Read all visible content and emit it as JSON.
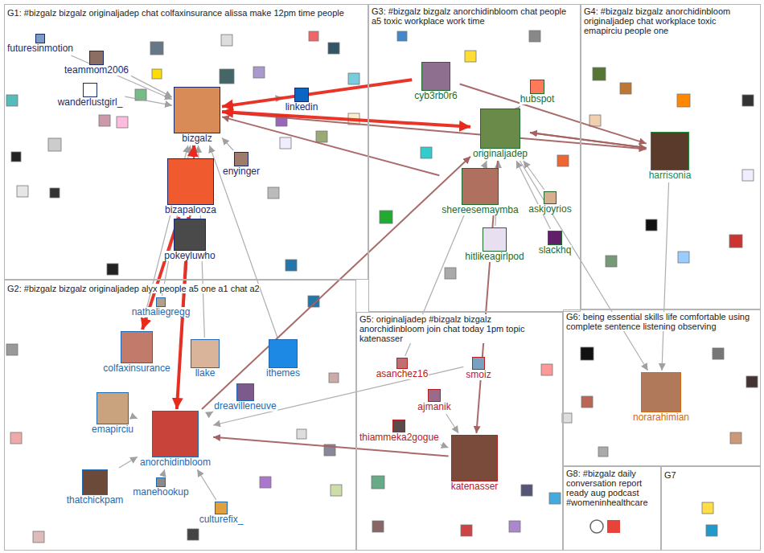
{
  "diagram": {
    "nodes": [
      {
        "text": [
          "G1: #bizgalz bizgalz originaljadep chat colfaxinsurance alissa make 12pm time people"
        ]
      },
      {
        "text": [
          "G2: #bizgalz bizgalz originaljadep alyx people a5 one a1 chat a2"
        ]
      },
      {
        "text": [
          "G3: #bizgalz bizgalz anorchidinbloom chat people a5 toxic workplace work time"
        ]
      },
      {
        "text": [
          "G4: #bizgalz bizgalz anorchidinbloom originaljadep chat workplace toxic emapirciu people one"
        ]
      },
      {
        "text": [
          "G5: originaljadep #bizgalz bizgalz anorchidinbloom join chat today 1pm topic katenasser"
        ]
      },
      {
        "text": [
          "G6: being essential skills life comfortable using complete sentence listening observing"
        ]
      },
      {
        "text": [
          "G8: #bizgalz daily conversation report ready aug podcast #womeninhealthcare"
        ]
      },
      {
        "text": [
          "G7"
        ]
      },
      {
        "text": [
          "futuresinmotion"
        ],
        "in": 0
      },
      {
        "text": [
          "teammom2006"
        ],
        "in": 0
      },
      {
        "text": [
          "wanderlustgirl_"
        ],
        "in": 0
      },
      {
        "text": [
          "bizgalz"
        ],
        "in": 0
      },
      {
        "text": [
          "linkedin"
        ],
        "in": 0
      },
      {
        "text": [
          "enyinger"
        ],
        "in": 0
      },
      {
        "text": [
          "bizapalooza"
        ],
        "in": 0
      },
      {
        "text": [
          "pokeyluwho"
        ],
        "in": 0
      },
      {
        "text": [
          "nathaliegregg"
        ],
        "in": 1
      },
      {
        "text": [
          "colfaxinsurance"
        ],
        "in": 1
      },
      {
        "text": [
          "ithemes"
        ],
        "in": 1
      },
      {
        "text": [
          "llake"
        ],
        "in": 1
      },
      {
        "text": [
          "dreavilleneuve"
        ],
        "in": 1
      },
      {
        "text": [
          "emapirciu"
        ],
        "in": 1
      },
      {
        "text": [
          "anorchidinbloom"
        ],
        "in": 1
      },
      {
        "text": [
          "manehookup"
        ],
        "in": 1
      },
      {
        "text": [
          "thatchickpam"
        ],
        "in": 1
      },
      {
        "text": [
          "culturefix_"
        ],
        "in": 1
      },
      {
        "text": [
          "cyb3rb0r6"
        ],
        "in": 2
      },
      {
        "text": [
          "hubspot"
        ],
        "in": 2
      },
      {
        "text": [
          "originaljadep"
        ],
        "in": 2
      },
      {
        "text": [
          "shereesemaymba"
        ],
        "in": 2
      },
      {
        "text": [
          "askjoyrios"
        ],
        "in": 2
      },
      {
        "text": [
          "hitlikeagirlpod"
        ],
        "in": 2
      },
      {
        "text": [
          "slackhq"
        ],
        "in": 2
      },
      {
        "text": [
          "harrisonia"
        ],
        "in": 3
      },
      {
        "text": [
          "asanchez16"
        ],
        "in": 4
      },
      {
        "text": [
          "smoiz"
        ],
        "in": 4
      },
      {
        "text": [
          "ajmanik"
        ],
        "in": 4
      },
      {
        "text": [
          "thiammeka2gogue"
        ],
        "in": 4
      },
      {
        "text": [
          "katenasser"
        ],
        "in": 4
      },
      {
        "text": [
          "norarahimian"
        ],
        "in": 5
      }
    ],
    "edges": [
      {
        "from": 11,
        "to": 28,
        "arrow": "both"
      },
      {
        "from": 26,
        "to": 11,
        "arrow": "to"
      },
      {
        "from": 14,
        "to": 11,
        "arrow": "to"
      },
      {
        "from": 14,
        "to": 17,
        "arrow": "to"
      },
      {
        "from": 14,
        "to": 22,
        "arrow": "to"
      },
      {
        "from": 28,
        "to": 33,
        "arrow": "to"
      },
      {
        "from": 33,
        "to": 28,
        "arrow": "to"
      },
      {
        "from": 11,
        "to": 33,
        "arrow": "to"
      },
      {
        "from": 29,
        "to": 11,
        "arrow": "to"
      },
      {
        "from": 22,
        "to": 28,
        "arrow": "to"
      },
      {
        "from": 22,
        "to": 11,
        "arrow": "to"
      },
      {
        "from": 28,
        "to": 38,
        "arrow": "to"
      },
      {
        "from": 38,
        "to": 22,
        "arrow": "to"
      },
      {
        "from": 11,
        "to": 12,
        "arrow": "to"
      },
      {
        "from": 9,
        "to": 11,
        "arrow": "to"
      },
      {
        "from": 10,
        "to": 11,
        "arrow": "to"
      },
      {
        "from": 13,
        "to": 11,
        "arrow": "to"
      },
      {
        "from": 15,
        "to": 11,
        "arrow": "to"
      },
      {
        "from": 16,
        "to": 11,
        "arrow": "to"
      },
      {
        "from": 18,
        "to": 11,
        "arrow": "to"
      },
      {
        "from": 21,
        "to": 22,
        "arrow": "to"
      },
      {
        "from": 24,
        "to": 22,
        "arrow": "to"
      },
      {
        "from": 25,
        "to": 22,
        "arrow": "to"
      },
      {
        "from": 19,
        "to": 11,
        "arrow": "to"
      },
      {
        "from": 20,
        "to": 22,
        "arrow": "to"
      },
      {
        "from": 37,
        "to": 38,
        "arrow": "to"
      },
      {
        "from": 36,
        "to": 38,
        "arrow": "to"
      },
      {
        "from": 34,
        "to": 28,
        "arrow": "to"
      },
      {
        "from": 35,
        "to": 22,
        "arrow": "to"
      },
      {
        "from": 28,
        "to": 39,
        "arrow": "to"
      },
      {
        "from": 33,
        "to": 39,
        "arrow": "to"
      },
      {
        "from": 28,
        "to": 27,
        "arrow": "to"
      },
      {
        "from": 31,
        "to": 28,
        "arrow": "to"
      },
      {
        "from": 32,
        "to": 28,
        "arrow": "to"
      },
      {
        "from": 30,
        "to": 28,
        "arrow": "to"
      },
      {
        "from": 8,
        "to": 11,
        "arrow": "to"
      },
      {
        "from": 23,
        "to": 22,
        "arrow": "to"
      },
      {
        "from": 26,
        "to": 33,
        "arrow": "to"
      },
      {
        "from": 17,
        "to": 11,
        "arrow": "to"
      }
    ]
  }
}
